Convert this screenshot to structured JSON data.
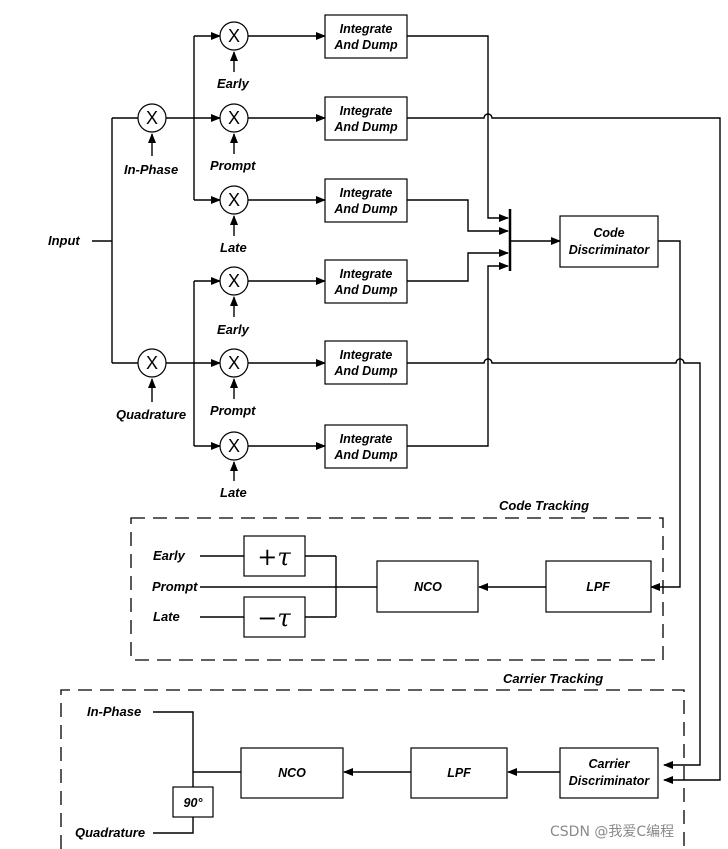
{
  "input_label": "Input",
  "front_mixers": {
    "in_phase": "In-Phase",
    "quadrature": "Quadrature",
    "symbol": "X"
  },
  "branch_labels": {
    "early": "Early",
    "prompt": "Prompt",
    "late": "Late"
  },
  "integrate_dump": {
    "line1": "Integrate",
    "line2": "And Dump"
  },
  "code_discriminator": {
    "line1": "Code",
    "line2": "Discriminator"
  },
  "code_tracking": {
    "title": "Code Tracking",
    "early": "Early",
    "prompt": "Prompt",
    "late": "Late",
    "plus_tau": "+τ",
    "minus_tau": "−τ",
    "nco": "NCO",
    "lpf": "LPF"
  },
  "carrier_tracking": {
    "title": "Carrier Tracking",
    "in_phase": "In-Phase",
    "quadrature": "Quadrature",
    "phase_shift": "90°",
    "nco": "NCO",
    "lpf": "LPF",
    "discriminator_line1": "Carrier",
    "discriminator_line2": "Discriminator"
  },
  "watermark": "CSDN @我爱C编程"
}
